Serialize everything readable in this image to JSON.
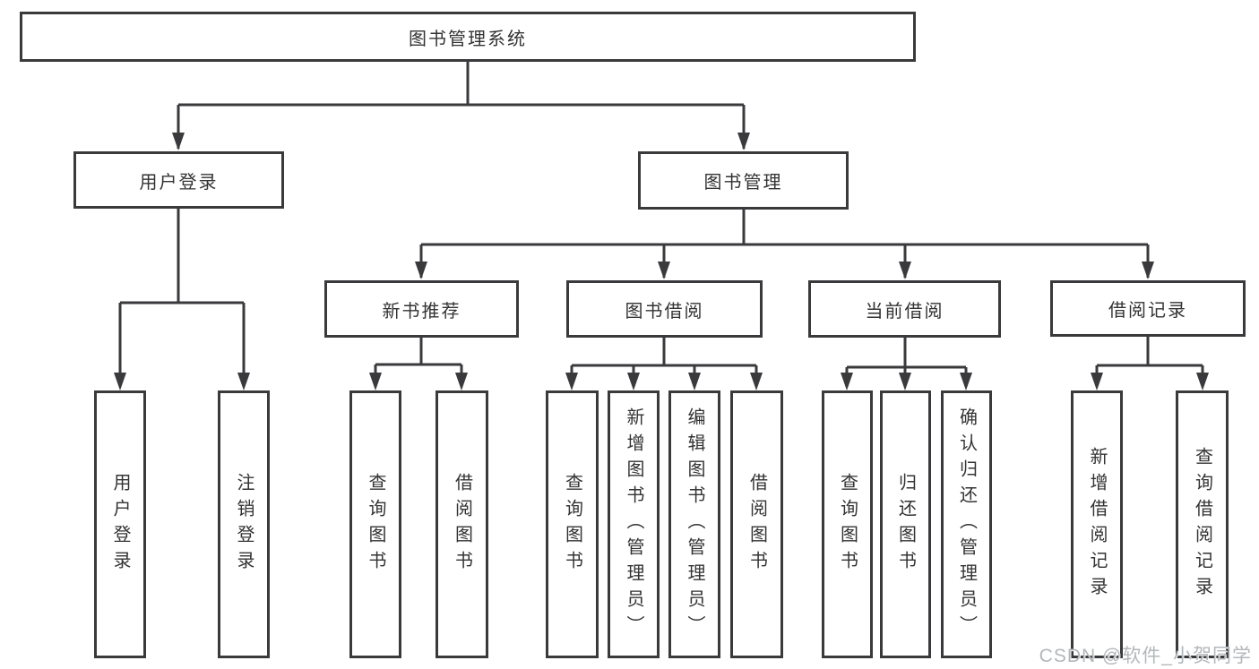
{
  "colors": {
    "background": "#ffffff",
    "line": "#3a3a3c",
    "box_border": "#3a3a3c",
    "box_fill": "#ffffff",
    "text": "#333333",
    "watermark_text": "#b3b7ba"
  },
  "watermark": {
    "label": "CSDN @软件_小贺同学"
  },
  "tree": {
    "root": {
      "label": "图书管理系统"
    },
    "branches": [
      {
        "label": "用户登录",
        "children": [
          {
            "label": "用户登录"
          },
          {
            "label": "注销登录"
          }
        ]
      },
      {
        "label": "图书管理",
        "children": [
          {
            "label": "新书推荐",
            "children": [
              {
                "label": "查询图书"
              },
              {
                "label": "借阅图书"
              }
            ]
          },
          {
            "label": "图书借阅",
            "children": [
              {
                "label": "查询图书"
              },
              {
                "label": "新增图书（管理员）"
              },
              {
                "label": "编辑图书（管理员）"
              },
              {
                "label": "借阅图书"
              }
            ]
          },
          {
            "label": "当前借阅",
            "children": [
              {
                "label": "查询图书"
              },
              {
                "label": "归还图书"
              },
              {
                "label": "确认归还（管理员）"
              }
            ]
          },
          {
            "label": "借阅记录",
            "children": [
              {
                "label": "新增借阅记录"
              },
              {
                "label": "查询借阅记录"
              }
            ]
          }
        ]
      }
    ]
  }
}
